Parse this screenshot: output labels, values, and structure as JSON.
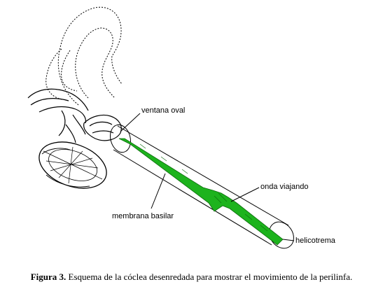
{
  "labels": {
    "ventana_oval": "ventana oval",
    "onda_viajando": "onda viajando",
    "membrana_basilar": "membrana basilar",
    "helicotrema": "helicotrema"
  },
  "caption": {
    "prefix": "Figura 3.",
    "text": " Esquema de la cóclea desenredada para mostrar el movimiento de la perilinfa."
  },
  "colors": {
    "membrane": "#1db31d",
    "line": "#000000"
  }
}
